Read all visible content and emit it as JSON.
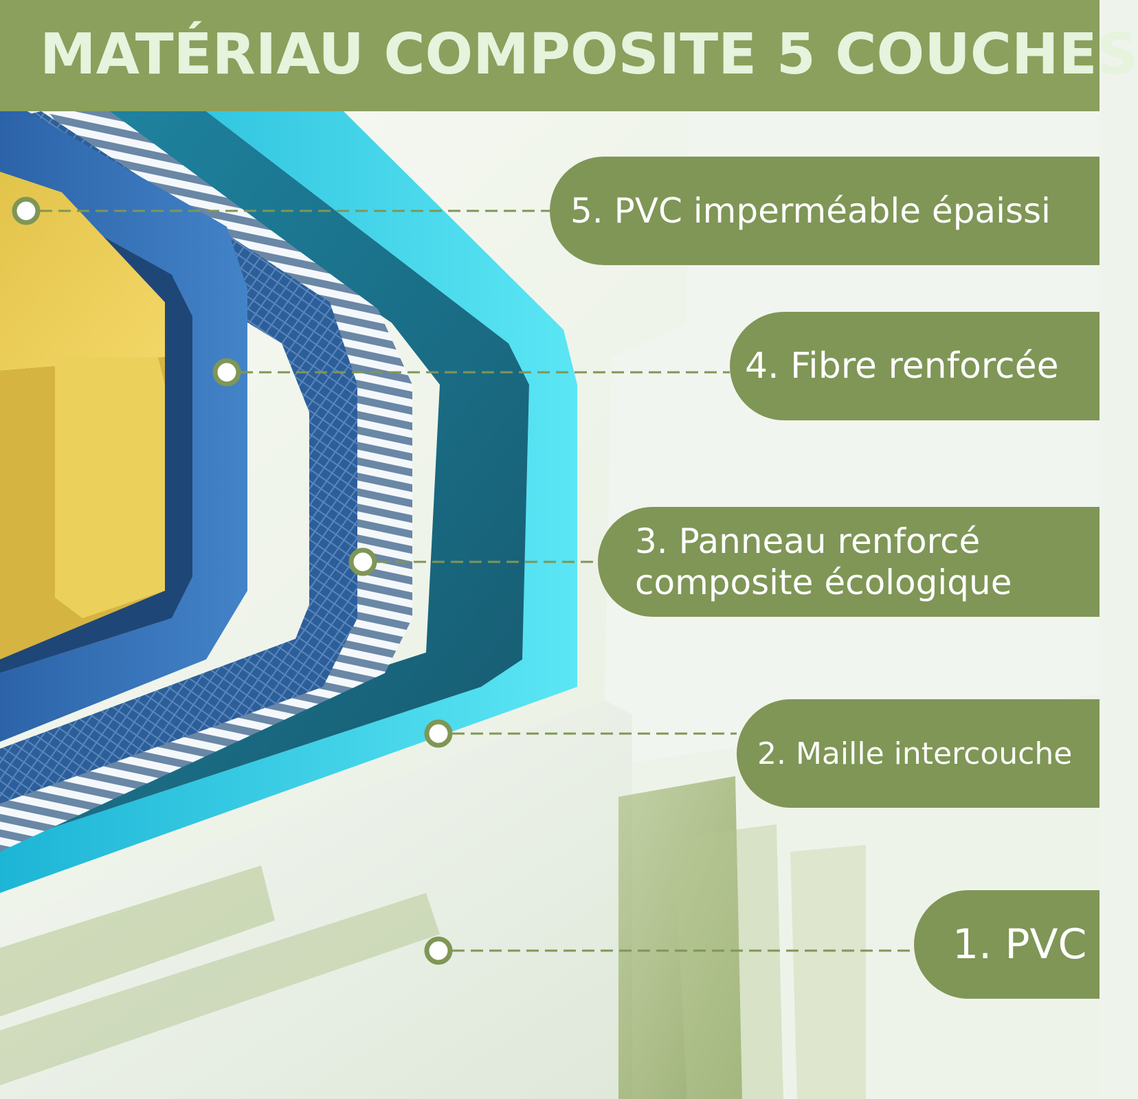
{
  "banner": {
    "title": "MATÉRIAU COMPOSITE 5 COUCHES",
    "color": "#8aa05c",
    "text_color": "#e6f3dd"
  },
  "layers": [
    {
      "label_lines": [
        "5. PVC imperméable épaissi"
      ],
      "marker_icon": "layer-marker-icon",
      "layer_color": "#f0d25a"
    },
    {
      "label_lines": [
        "4. Fibre renforcée"
      ],
      "marker_icon": "layer-marker-icon",
      "layer_color": "#3d78c0"
    },
    {
      "label_lines": [
        "3. Panneau renforcé",
        "composite écologique"
      ],
      "marker_icon": "layer-marker-icon",
      "layer_color": "#f4f8fb"
    },
    {
      "label_lines": [
        "2. Maille intercouche"
      ],
      "marker_icon": "layer-marker-icon",
      "layer_color": "#33d6e8"
    },
    {
      "label_lines": [
        "1. PVC"
      ],
      "marker_icon": "layer-marker-icon",
      "layer_color": "#f4f7f2"
    }
  ],
  "colors": {
    "label_background": "#7f9656",
    "label_text": "#ffffff",
    "connector": "#7f9656"
  }
}
